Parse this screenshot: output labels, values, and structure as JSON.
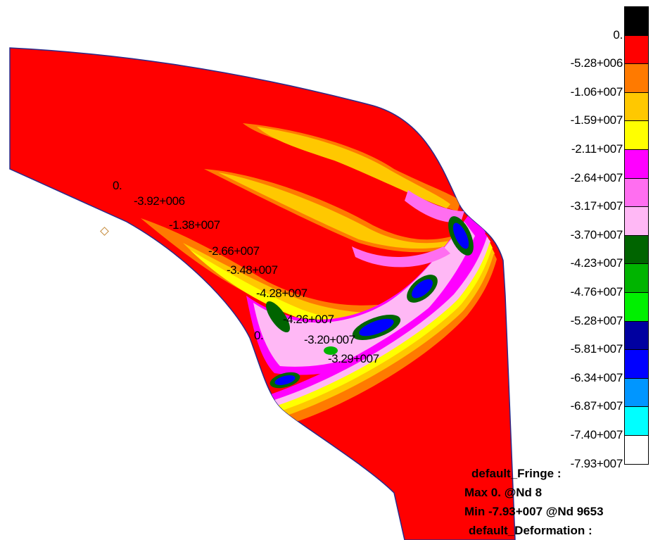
{
  "legend": {
    "items": [
      {
        "label": "0.",
        "color": "#000000"
      },
      {
        "label": "-5.28+006",
        "color": "#ff0000"
      },
      {
        "label": "-1.06+007",
        "color": "#ff7a00"
      },
      {
        "label": "-1.59+007",
        "color": "#ffc800"
      },
      {
        "label": "-2.11+007",
        "color": "#ffff00"
      },
      {
        "label": "-2.64+007",
        "color": "#ff00ff"
      },
      {
        "label": "-3.17+007",
        "color": "#ff6ef0"
      },
      {
        "label": "-3.70+007",
        "color": "#ffb8f5"
      },
      {
        "label": "-4.23+007",
        "color": "#006400"
      },
      {
        "label": "-4.76+007",
        "color": "#00b400"
      },
      {
        "label": "-5.28+007",
        "color": "#00f000"
      },
      {
        "label": "-5.81+007",
        "color": "#0000a0"
      },
      {
        "label": "-6.34+007",
        "color": "#0000ff"
      },
      {
        "label": "-6.87+007",
        "color": "#0096ff"
      },
      {
        "label": "-7.40+007",
        "color": "#00ffff"
      },
      {
        "label": "-7.93+007",
        "color": "#ffffff"
      }
    ]
  },
  "probe_labels": [
    {
      "text": "0."
    },
    {
      "text": "-3.92+006"
    },
    {
      "text": "-1.38+007"
    },
    {
      "text": "-2.66+007"
    },
    {
      "text": "-3.48+007"
    },
    {
      "text": "-4.28+007"
    },
    {
      "text": "-4.26+007"
    },
    {
      "text": "0."
    },
    {
      "text": "-3.20+007"
    },
    {
      "text": "-3.29+007"
    }
  ],
  "info": {
    "fringe": "default_Fringe :",
    "max": "Max 0. @Nd 8",
    "min": "Min -7.93+007 @Nd 9653",
    "deformation": "default_Deformation :"
  },
  "colors": {
    "part_fill": "#ff0000",
    "part_outline": "#2a2a8a",
    "marker": "#c48a3a"
  }
}
